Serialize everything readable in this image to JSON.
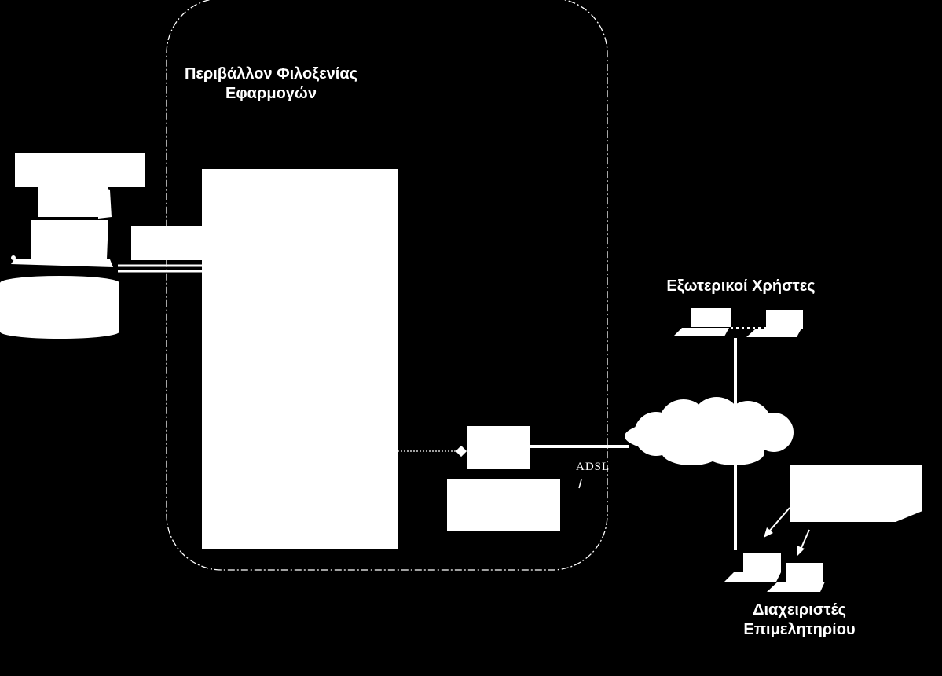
{
  "labels": {
    "hosting_environment": [
      "Περιβάλλον Φιλοξενίας",
      "Εφαρμογών"
    ],
    "external_users": "Εξωτερικοί Χρήστες",
    "adsl": "ADSL",
    "chamber_admins": [
      "Διαχειριστές",
      "Επιμελητηρίου"
    ]
  },
  "colors": {
    "background": "#000000",
    "foreground": "#ffffff"
  }
}
